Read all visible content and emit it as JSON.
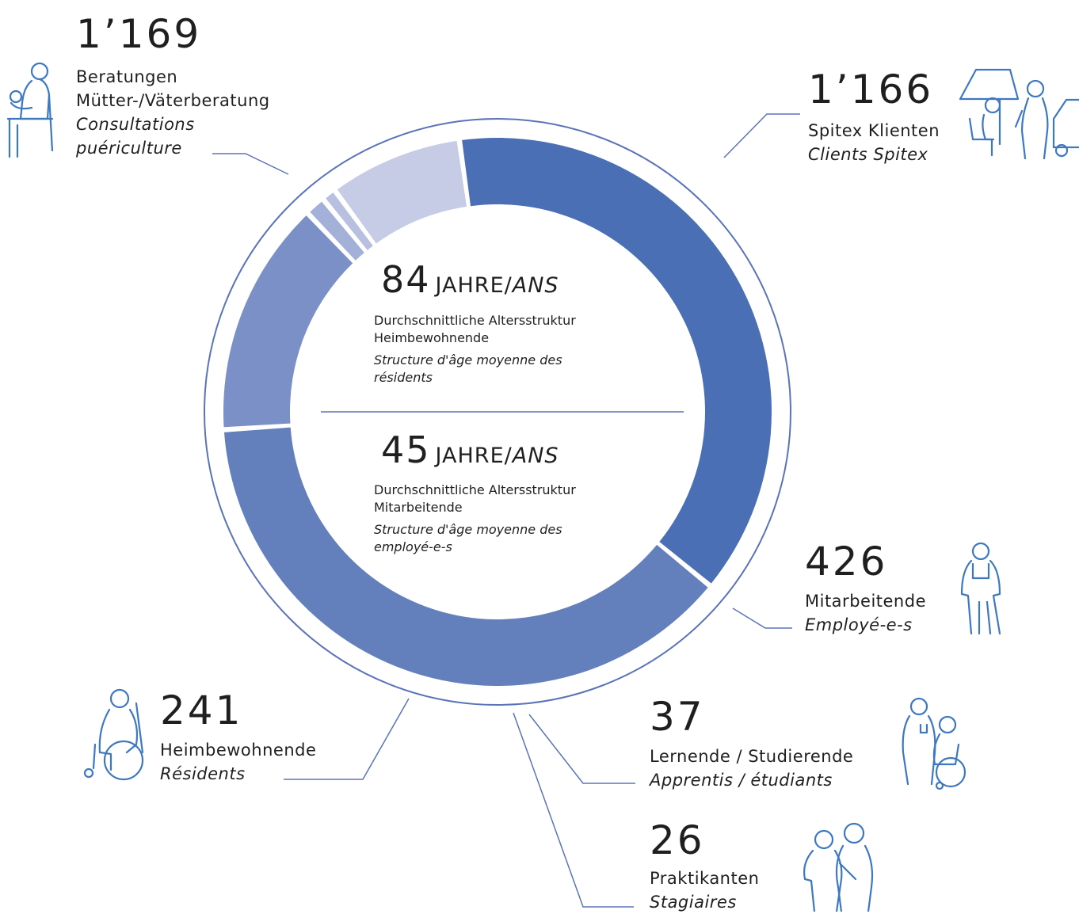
{
  "chart_data": {
    "type": "pie",
    "categories": [
      "Beratungen Mütter-/Väterberatung",
      "Spitex Klienten",
      "Mitarbeitende",
      "Lernende / Studierende",
      "Praktikanten",
      "Heimbewohnende"
    ],
    "values": [
      1169,
      1166,
      426,
      37,
      26,
      241
    ],
    "colors": [
      "#4a6fb5",
      "#6380bd",
      "#7a90c7",
      "#a3b0d8",
      "#b8c0e0",
      "#c7cce6"
    ]
  },
  "callouts": [
    {
      "value": "1’169",
      "de_lines": [
        "Beratungen",
        "Mütter-/Väterberatung"
      ],
      "fr_lines": [
        "Consultations",
        "puériculture"
      ],
      "icon": "baby-consultation-icon"
    },
    {
      "value": "1’166",
      "de_lines": [
        "Spitex Klienten"
      ],
      "fr_lines": [
        "Clients Spitex"
      ],
      "icon": "home-care-icon"
    },
    {
      "value": "426",
      "de_lines": [
        "Mitarbeitende"
      ],
      "fr_lines": [
        "Employé-e-s"
      ],
      "icon": "employee-icon"
    },
    {
      "value": "37",
      "de_lines": [
        "Lernende / Studierende"
      ],
      "fr_lines": [
        "Apprentis / étudiants"
      ],
      "icon": "student-caregiver-icon"
    },
    {
      "value": "26",
      "de_lines": [
        "Praktikanten"
      ],
      "fr_lines": [
        "Stagiaires"
      ],
      "icon": "intern-icon"
    },
    {
      "value": "241",
      "de_lines": [
        "Heimbewohnende"
      ],
      "fr_lines": [
        "Résidents"
      ],
      "icon": "wheelchair-resident-icon"
    }
  ],
  "center": {
    "age_residents": {
      "value": "84",
      "unit_de": "JAHRE/",
      "unit_fr": "ANS",
      "de_lines": [
        "Durchschnittliche Altersstruktur",
        "Heimbewohnende"
      ],
      "fr_lines": [
        "Structure d'âge moyenne des",
        "résidents"
      ]
    },
    "age_staff": {
      "value": "45",
      "unit_de": "JAHRE/",
      "unit_fr": "ANS",
      "de_lines": [
        "Durchschnittliche Altersstruktur",
        "Mitarbeitende"
      ],
      "fr_lines": [
        "Structure d'âge moyenne des",
        "employé-e-s"
      ]
    }
  }
}
